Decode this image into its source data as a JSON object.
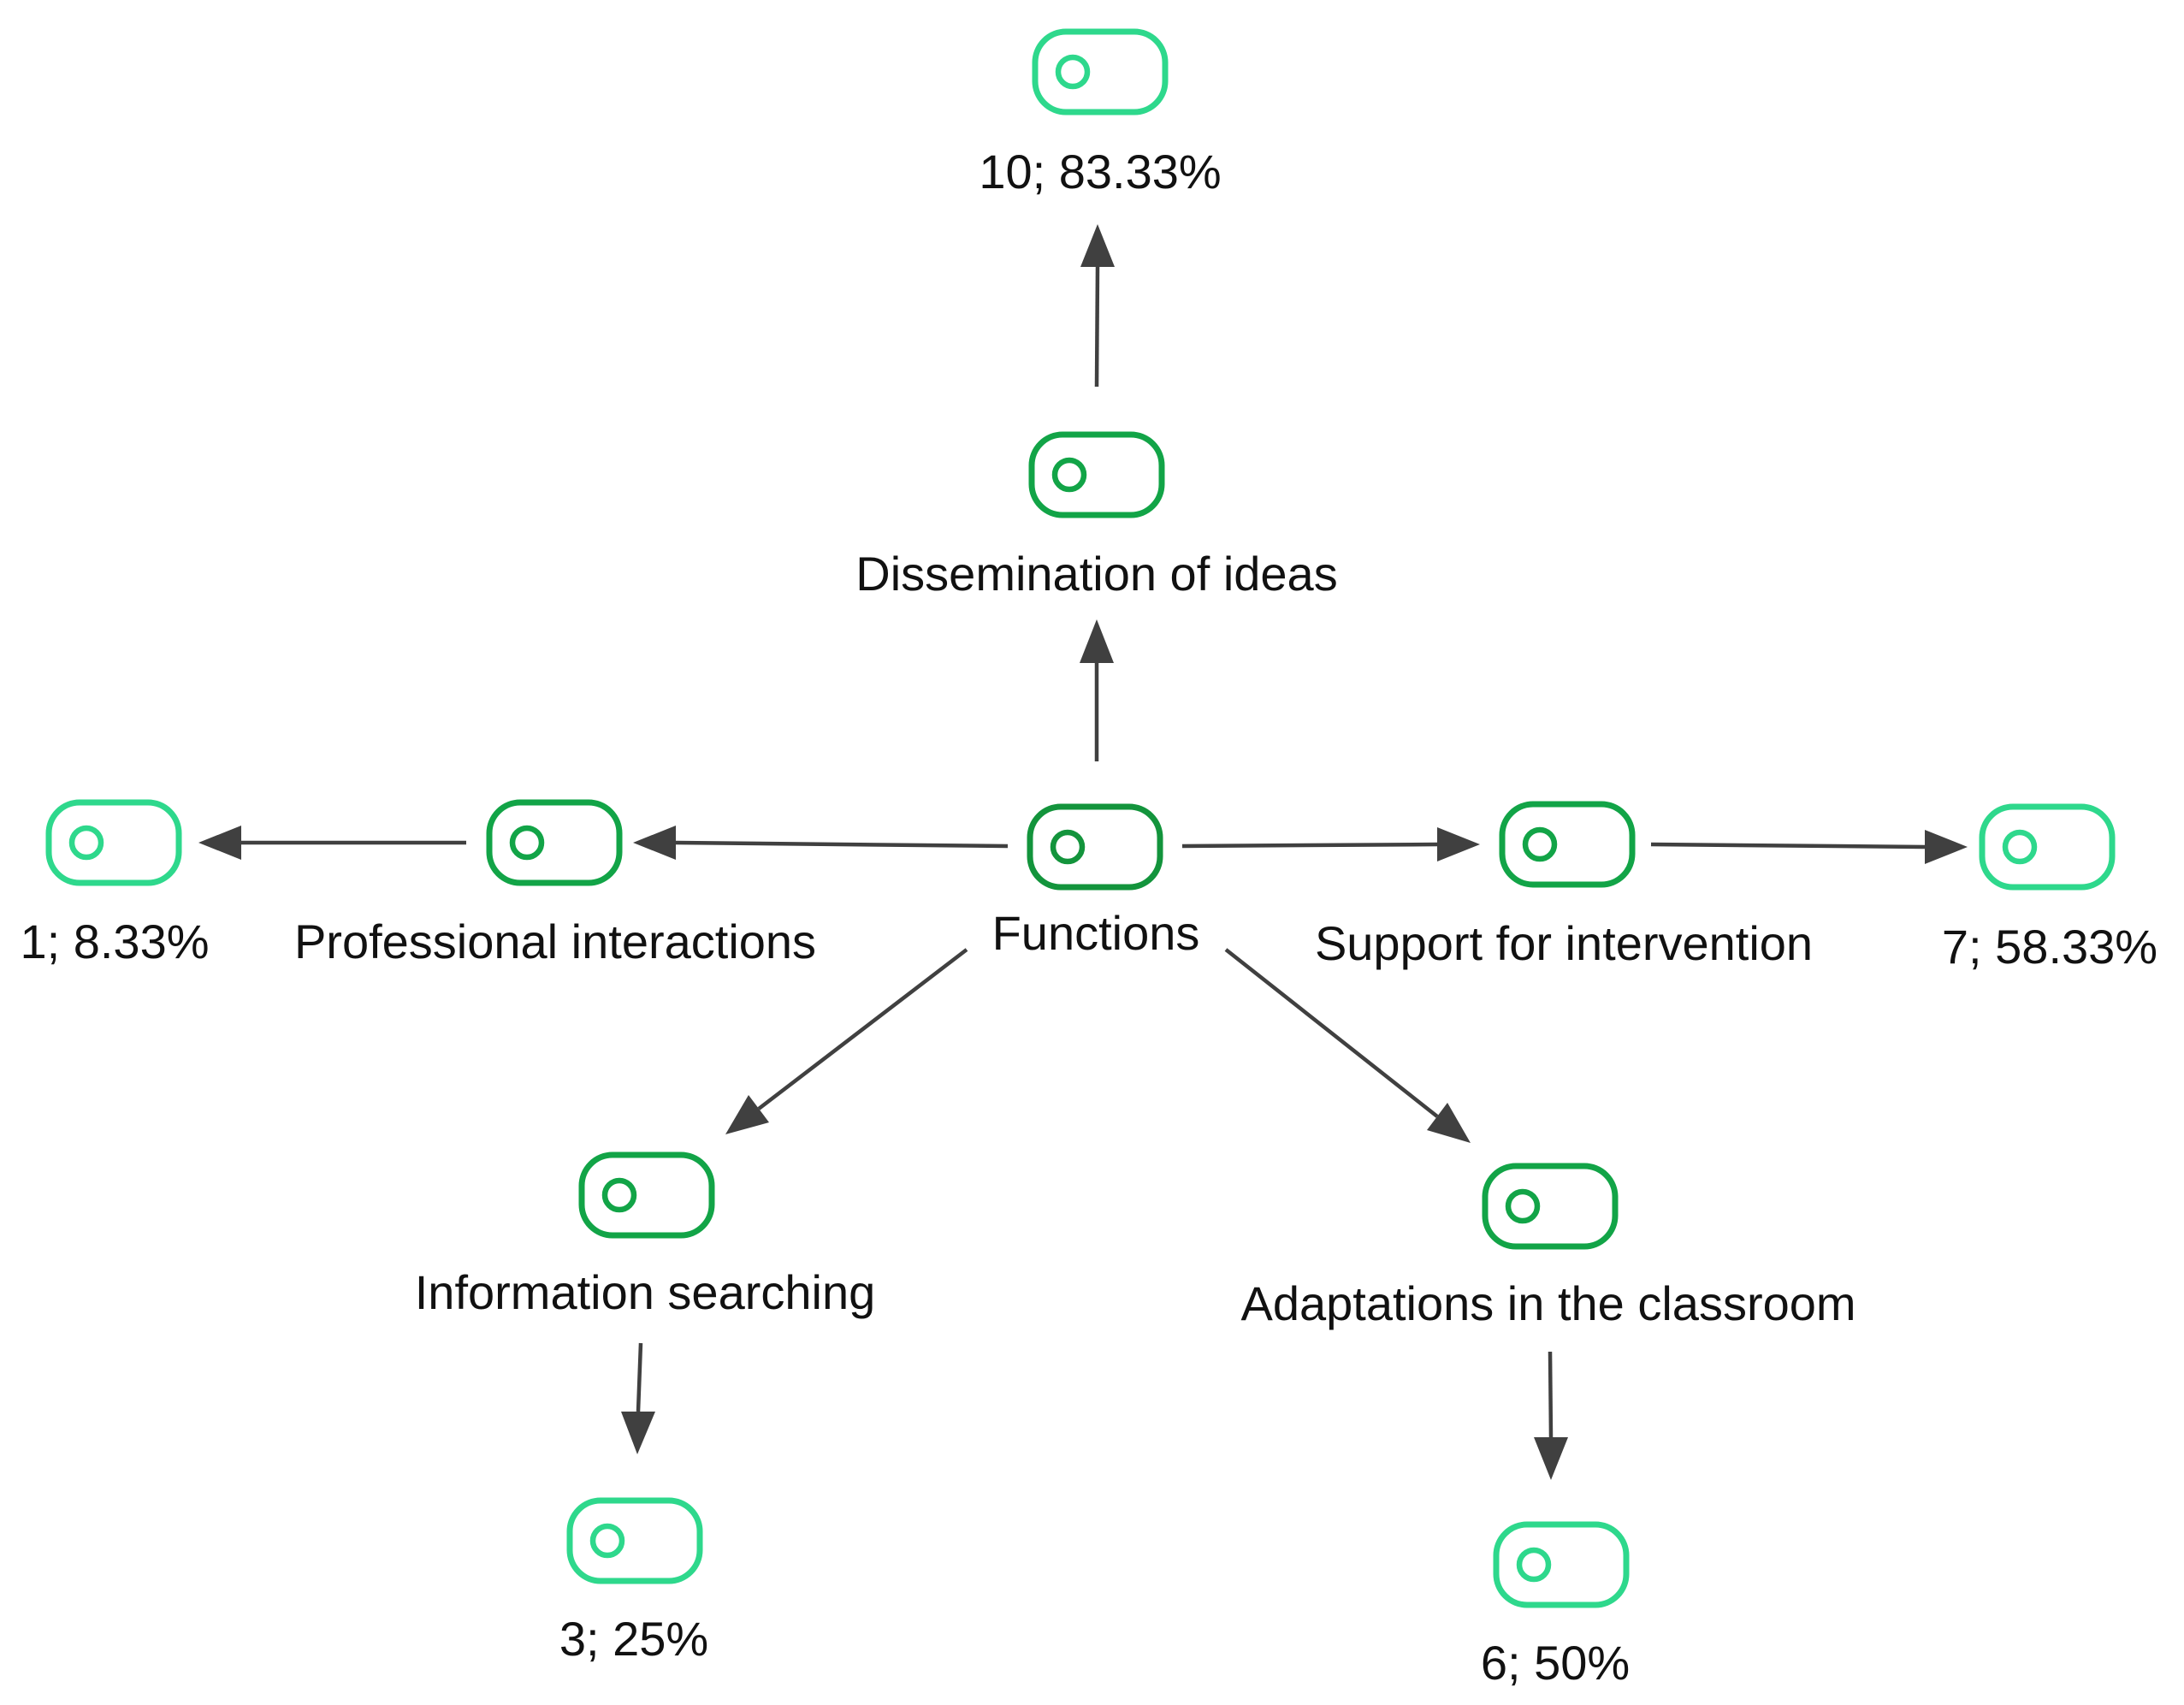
{
  "colors": {
    "center": "#13943c",
    "category": "#12a447",
    "result": "#2ed88c",
    "edge": "#404040",
    "text": "#111111"
  },
  "icons": {
    "node": "toggle-switch-icon"
  },
  "nodes": {
    "functions": {
      "label": "Functions"
    },
    "dissemination": {
      "label": "Dissemination of ideas"
    },
    "dissemination_result": {
      "label": "10; 83.33%"
    },
    "professional": {
      "label": "Professional interactions"
    },
    "professional_result": {
      "label": "1; 8.33%"
    },
    "support": {
      "label": "Support for intervention"
    },
    "support_result": {
      "label": "7; 58.33%"
    },
    "information": {
      "label": "Information searching"
    },
    "information_result": {
      "label": "3; 25%"
    },
    "adaptations": {
      "label": "Adaptations in the classroom"
    },
    "adaptations_result": {
      "label": "6; 50%"
    }
  },
  "edges": [
    {
      "from": "functions",
      "to": "dissemination"
    },
    {
      "from": "dissemination",
      "to": "dissemination_result"
    },
    {
      "from": "functions",
      "to": "professional"
    },
    {
      "from": "professional",
      "to": "professional_result"
    },
    {
      "from": "functions",
      "to": "support"
    },
    {
      "from": "support",
      "to": "support_result"
    },
    {
      "from": "functions",
      "to": "information"
    },
    {
      "from": "information",
      "to": "information_result"
    },
    {
      "from": "functions",
      "to": "adaptations"
    },
    {
      "from": "adaptations",
      "to": "adaptations_result"
    }
  ]
}
